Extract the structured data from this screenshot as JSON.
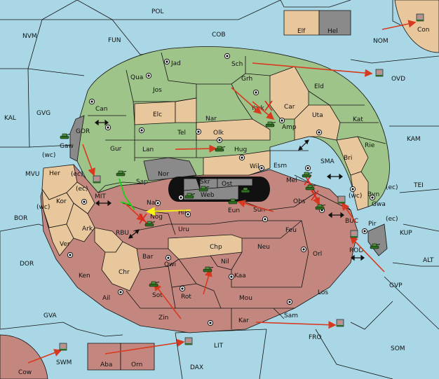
{
  "map": {
    "sea_labels": [
      "POL",
      "NVM",
      "FUN",
      "COB",
      "NOM",
      "OVD",
      "KAL",
      "GVG",
      "GOR",
      "KAM",
      "MVU",
      "MIT",
      "SMA",
      "TEI",
      "BOR",
      "RBU",
      "BUC",
      "KUP",
      "DOR",
      "ROD",
      "ALT",
      "GVP",
      "GVA",
      "FRO",
      "LIT",
      "SWM",
      "SOM",
      "DAX"
    ],
    "land_labels": [
      "Con",
      "Elf",
      "Hel",
      "Jad",
      "Sch",
      "Qua",
      "Jos",
      "Grh",
      "Eld",
      "Can",
      "Car",
      "Elc",
      "Nar",
      "Uta",
      "Kat",
      "York",
      "Amp",
      "Gaw",
      "Tel",
      "Olk",
      "Gur",
      "Lan",
      "Hug",
      "Rie",
      "Bri",
      "Her",
      "Nor",
      "Skr",
      "Wil",
      "Esm",
      "Sap",
      "Ost",
      "Mel",
      "Byn",
      "Kor",
      "Web",
      "Obs",
      "Gwa",
      "Nab",
      "Eun",
      "Sun",
      "Ark",
      "Hil",
      "Pir",
      "Nog",
      "Uru",
      "Feu",
      "Ver",
      "Chp",
      "Neu",
      "Bar",
      "Qwi",
      "Orl",
      "Ken",
      "Nil",
      "Chr",
      "Kaa",
      "Sot",
      "Rot",
      "Ail",
      "Mou",
      "Los",
      "Zin",
      "Kar",
      "Sam",
      "Cow",
      "Aba",
      "Orn"
    ],
    "coast_labels": [
      "(wc)",
      "(ec)",
      "(ec)",
      "(wc)",
      "(wc)",
      "(ec)",
      "(ec)"
    ]
  },
  "colors": {
    "sea": "#a9d7e6",
    "north_power": "#9fc48a",
    "neutral": "#e9c79c",
    "south_power": "#c4877f",
    "impassable": "#8a8a8a",
    "order_move": "#d8391f",
    "order_support": "#f7f312",
    "order_convoy": "#17d313"
  },
  "icons": {
    "army": "tank-icon",
    "fleet": "ship-icon",
    "supply_center": "supply-center-icon",
    "failed": "x-mark-icon",
    "adjacency": "double-arrow-icon"
  }
}
